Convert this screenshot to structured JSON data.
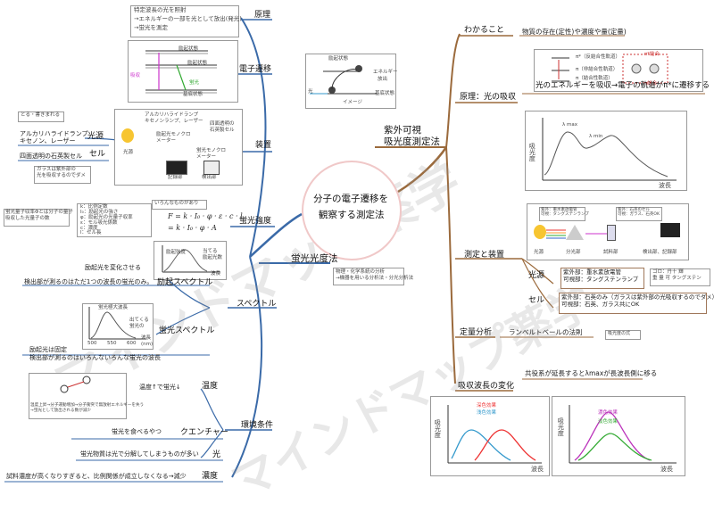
{
  "center": {
    "line1": "分子の電子遷移を",
    "line2": "観察する測定法"
  },
  "center_diagram": {
    "excited": "励起状態",
    "ground": "基底状態",
    "light": "光",
    "energy": "エネルギー",
    "release": "放出",
    "caption": "イメージ"
  },
  "branch_fluor": {
    "title": "蛍光光度法",
    "principle": {
      "label": "原理",
      "box": [
        "特定波長の光を照射",
        "→エネルギーの一部を光として放出(発光)",
        "→蛍光を測定"
      ]
    },
    "transition": {
      "label": "電子遷移",
      "excited1": "励起状態",
      "excited2": "励起状態",
      "ground": "基底状態",
      "absorb": "吸収",
      "fluor": "蛍光"
    },
    "device": {
      "label": "装置",
      "light_source": {
        "label": "光源",
        "value": "アルカリハライドランプ\nキセノン、レーザー",
        "note": "とる・書きまれる"
      },
      "cell": {
        "label": "セル",
        "value": "四面透明の石英製セル",
        "note": "ガラスは紫外部の\n光を吸収するのでダメ"
      },
      "parts": {
        "source": "光源",
        "lamp": "アルカリハライドランプ\nキセノンランプ、レーザー",
        "mono1": "励起光モノクロ\nメーター",
        "sample": "四面透明の\n石英製セル",
        "mono2": "蛍光モノクロ\nメーター",
        "recorder": "記録部",
        "detector": "検出部"
      }
    },
    "intensity": {
      "label": "蛍光強度",
      "note": "蛍光量子収率Φとは分子の量子\n吸収した光量子の数",
      "formula_note": "いろんなものがあり",
      "f1": "F = k · I₀ · φ · ε · c · l",
      "f2": "= k · I₀ · φ · A",
      "terms": [
        "k：比例定数",
        "I₀：励起光の強さ",
        "φ：励起光の光量子収率",
        "ε：モル吸光係数",
        "c：濃度",
        "l：セル長"
      ]
    },
    "excitation_spectrum": {
      "label": "励起スペクトル",
      "note1": "励起光を変化させる",
      "note2": "検出部が測るのはただ1つの波長の蛍光のみ。",
      "axis_x": "波長",
      "axis_y": "励起強度",
      "peak": "当てる\n励起光数"
    },
    "spectrum_label": "スペクトル",
    "fluor_spectrum": {
      "label": "蛍光スペクトル",
      "note1": "励起光は固定",
      "note2": "検出部が測るのはいろんないろんな蛍光の波長",
      "axis_x": "波長\n(nm)",
      "ticks": [
        "500",
        "550",
        "600"
      ],
      "peak_label": "蛍光極大波長",
      "note3": "出てくる\n蛍光の"
    },
    "env": {
      "label": "環境条件",
      "temp": {
        "label": "温度",
        "value": "温度↑で蛍光↓",
        "box": "温度上昇→分子運動増加→分子衝突で無放射エネルギーを失う\n→蛍光として放出される数が減少"
      },
      "quencher": {
        "label": "クエンチャー",
        "value": "蛍光を食べるやつ"
      },
      "light": {
        "label": "光",
        "value": "蛍光物質は光で分解してしまうものが多い"
      },
      "conc": {
        "label": "濃度",
        "value": "試料濃度が高くなりすぎると、比例関係が成立しなくなる→減少"
      }
    }
  },
  "branch_uv": {
    "title1": "紫外可視",
    "title2": "吸光度測定法",
    "understand": {
      "label": "わかること",
      "value": "物質の存在(定性)や濃度や量(定量)"
    },
    "principle": {
      "label": "原理：光の吸収",
      "value": "光のエネルギーを吸収→電子の軌道がπ*に遷移する",
      "orbital1": "π*（反結合性軌道）",
      "orbital2": "π（結合性軌道）",
      "orbital3": "π（非結合性軌道）",
      "anti": "π*結合",
      "bond": "π結合"
    },
    "spectrum": {
      "axis_y": "吸光度",
      "axis_x": "波長",
      "max": "λ max",
      "min": "λ min"
    },
    "device": {
      "label": "測定と装置",
      "parts": {
        "source": "光源",
        "spectro": "分光部",
        "sample": "試料部",
        "detect": "検出部、記録部",
        "note1": "紫外：重水素放電管\n可視：タングステンランプ",
        "note2": "紫外：石英のセル\n可視：ガラス、石英OK"
      },
      "light_source": {
        "label": "光源",
        "value": "紫外部：重水素放電管\n可視部：タングステンランプ",
        "note": "ゴロ：丹十 輝\n重 量 可 タングステン"
      },
      "cell": {
        "label": "セル",
        "value": "紫外部：石英のみ（ガラスは紫外部の光吸収するのでダメ）\n可視部：石英、ガラス共にOK"
      }
    },
    "quant": {
      "label": "定量分析",
      "value": "ランベルトベールの法則",
      "note": "吸光度の式"
    },
    "shift": {
      "label": "吸収波長の変化",
      "value": "共役系が延長するとλmaxが長波長側に移る",
      "left": {
        "axis_y": "吸光度",
        "axis_x": "波長",
        "a": "深色効果",
        "b": "浅色効果"
      },
      "right": {
        "axis_y": "吸光度",
        "axis_x": "波長",
        "a": "濃色効果",
        "b": "淡色効果"
      }
    }
  },
  "bottom_note": "物理・化学系統の分析\n→機器を用いる分析法・分光分析法",
  "watermark": [
    "マインドマップ薬学",
    "マインドマップ薬学"
  ],
  "colors": {
    "left_branch": "#3a6aa8",
    "right_branch": "#9b6a3c",
    "node_bar_left": "#3a6aa8",
    "node_bar_right": "#9b6a3c"
  }
}
